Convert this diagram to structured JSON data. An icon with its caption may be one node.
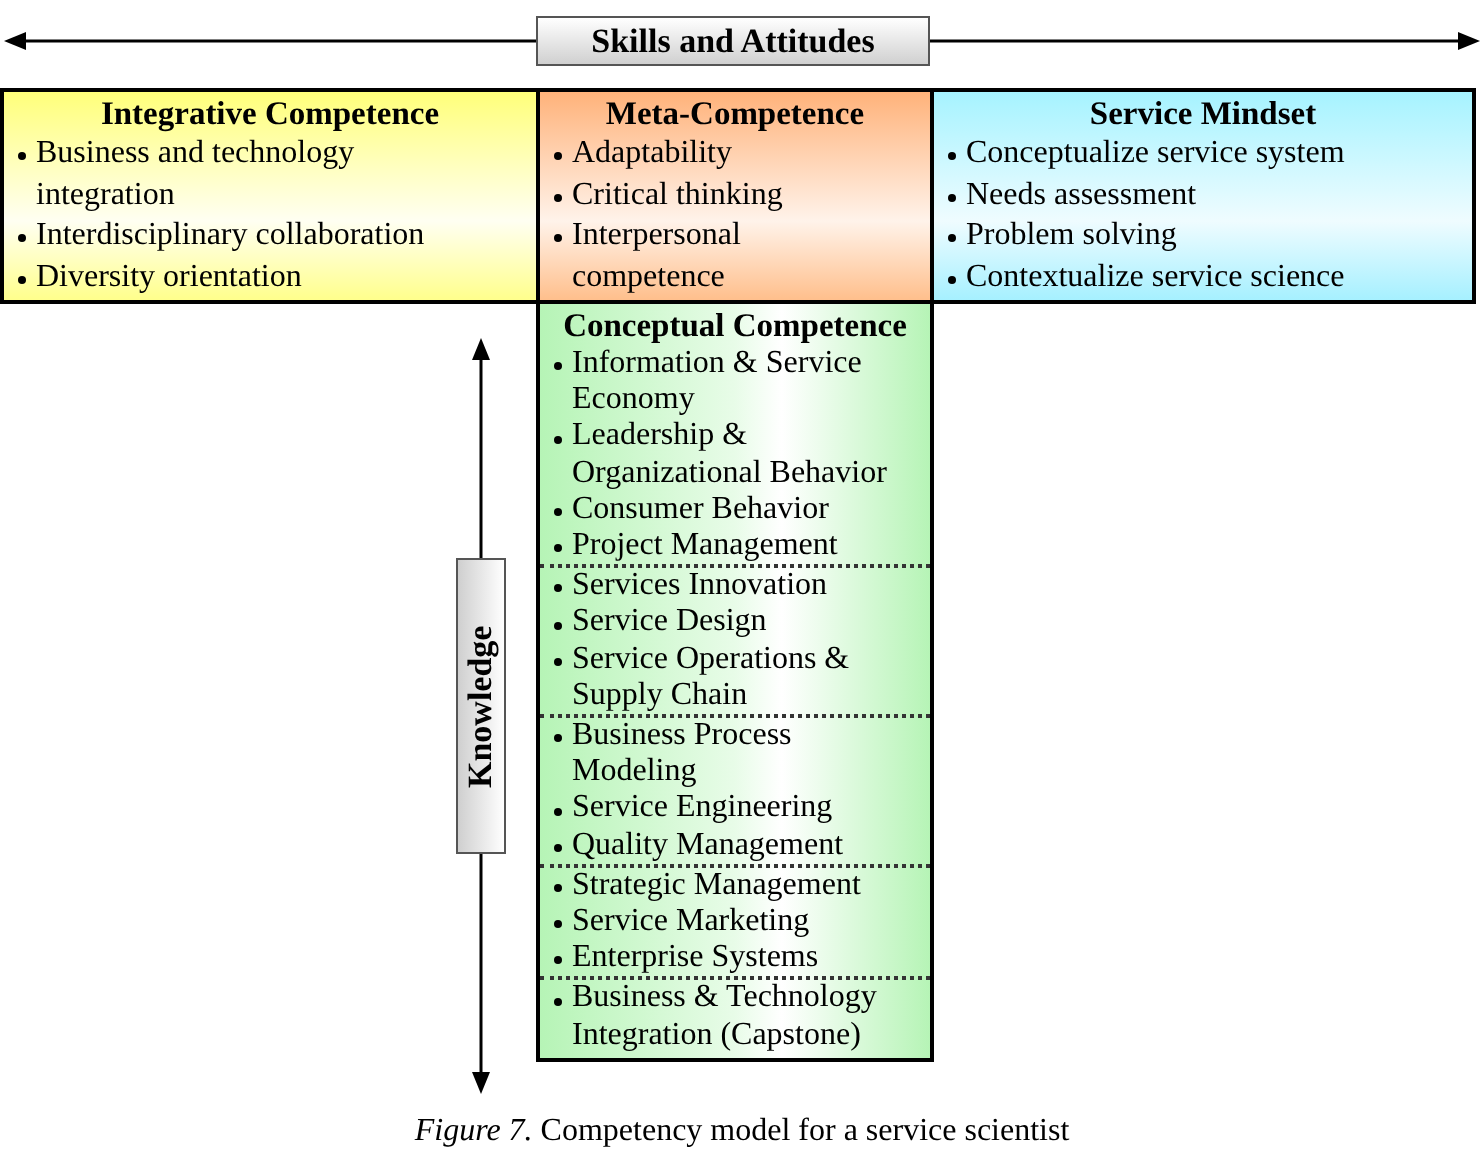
{
  "diagram": {
    "caption": "*Figure 7.* Competency model for a service scientist",
    "nodes": [
      {
        "text": [
          "Skills and Attitudes"
        ]
      },
      {
        "text": [
          "Integrative Competence",
          "Business and technology integration",
          "Interdisciplinary collaboration",
          "Diversity orientation"
        ]
      },
      {
        "text": [
          "Meta-Competence",
          "Adaptability",
          "Critical thinking",
          "Interpersonal competence"
        ]
      },
      {
        "text": [
          "Service Mindset",
          "Conceptualize service system",
          "Needs assessment",
          "Problem solving",
          "Contextualize service science"
        ]
      },
      {
        "text": [
          "Knowledge"
        ]
      },
      {
        "text": [
          "Conceptual Competence",
          "Information & Service Economy",
          "Leadership & Organizational Behavior",
          "Consumer Behavior",
          "Project Management",
          "Services Innovation",
          "Service Design",
          "Service Operations & Supply Chain",
          "Business Process Modeling",
          "Service Engineering",
          "Quality Management",
          "Strategic Management",
          "Service Marketing",
          "Enterprise Systems",
          "Business & Technology Integration (Capstone)"
        ]
      }
    ]
  }
}
